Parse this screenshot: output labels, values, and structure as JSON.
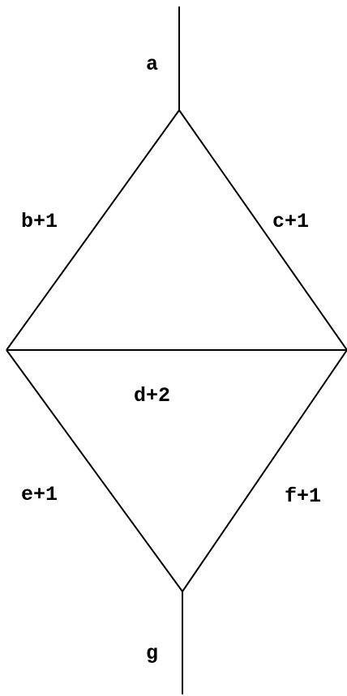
{
  "diagram": {
    "colors": {
      "line": "#000000",
      "background": "#ffffff"
    },
    "edges": {
      "a": "a",
      "b": "b+1",
      "c": "c+1",
      "d": "d+2",
      "e": "e+1",
      "f": "f+1",
      "g": "g"
    }
  }
}
